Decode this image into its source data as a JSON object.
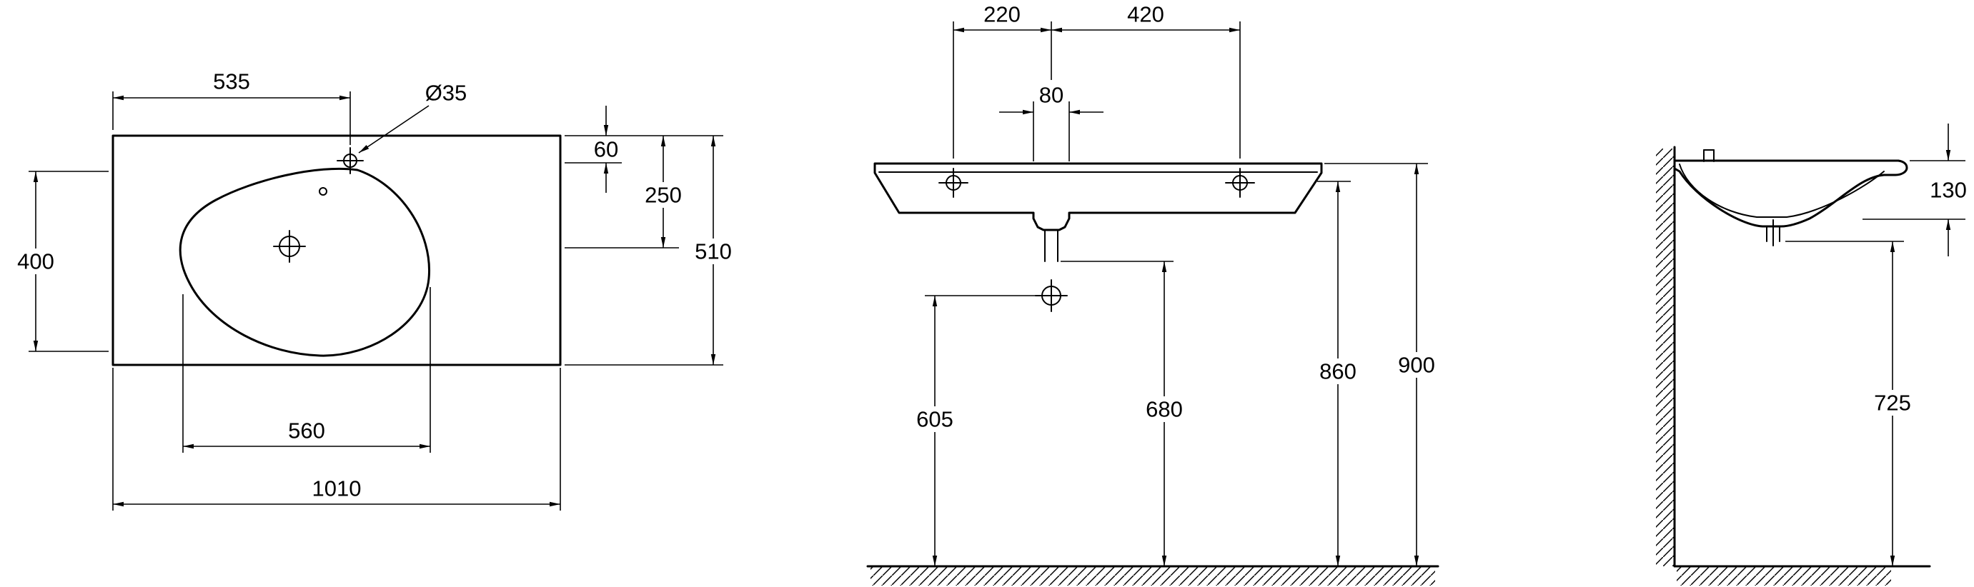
{
  "page": {
    "background": "#ffffff",
    "line_color": "#000000"
  },
  "views": {
    "plan": {
      "name": "plan-view",
      "dims": {
        "faucet_offset": "535",
        "faucet_hole_diameter": "Ø35",
        "bowl_depth": "400",
        "rim_to_faucet": "60",
        "rim_to_drain": "250",
        "overall_depth": "510",
        "bowl_width": "560",
        "overall_width": "1010"
      }
    },
    "front": {
      "name": "front-view",
      "dims": {
        "drain_to_left_hole": "220",
        "drain_to_right_hole": "420",
        "drain_width": "80",
        "trap_height": "605",
        "outlet_height": "680",
        "underside_height": "860",
        "overall_height": "900"
      }
    },
    "side": {
      "name": "side-view",
      "dims": {
        "front_rim_height": "130",
        "outlet_height": "725"
      }
    }
  }
}
